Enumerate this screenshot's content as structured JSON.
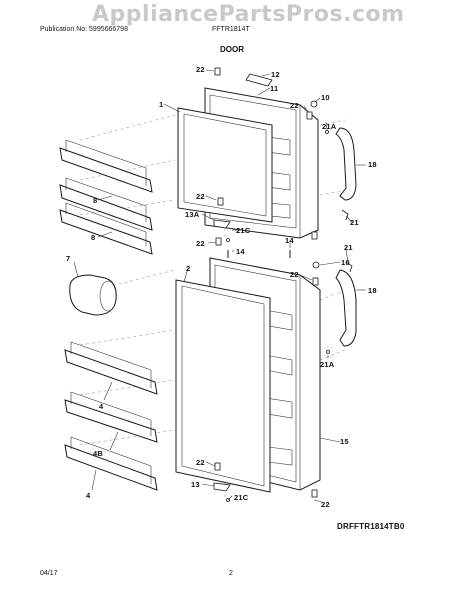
{
  "header": {
    "watermark": "AppliancePartsPros.com",
    "publication": "Publication No: 5995666798",
    "model": "FFTR1814T",
    "section": "DOOR"
  },
  "diagram_code": "DRFFTR1814TB0",
  "footer": {
    "date": "04/17",
    "page": "2"
  },
  "callouts": {
    "c22a": "22",
    "c12": "12",
    "c11": "11",
    "c1": "1",
    "c22b": "22",
    "c10a": "10",
    "c21Aa": "21A",
    "c18a": "18",
    "c8a": "8",
    "c8b": "8",
    "c22c": "22",
    "c13A": "13A",
    "c21Ca": "21C",
    "c21a": "21",
    "c22d": "22",
    "c14a": "14",
    "c14b": "14",
    "c22e": "22",
    "c21b": "21",
    "c7": "7",
    "c2": "2",
    "c10b": "10",
    "c18b": "18",
    "c21Ab": "21A",
    "c4a": "4",
    "c4B": "4B",
    "c15": "15",
    "c4b": "4",
    "c22f": "22",
    "c13": "13",
    "c21Cb": "21C",
    "c22g": "22"
  }
}
